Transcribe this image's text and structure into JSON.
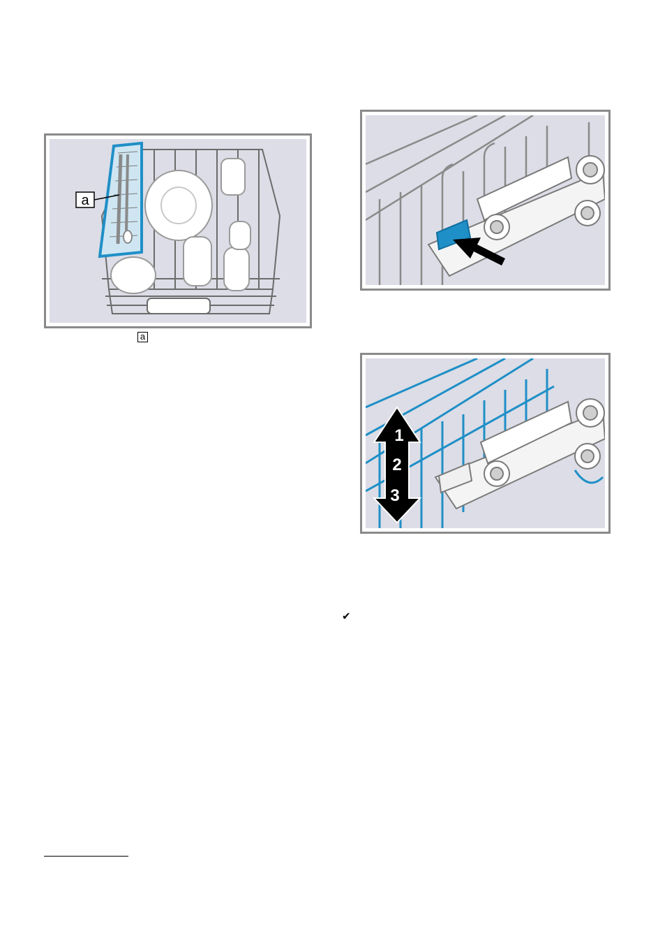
{
  "figures": {
    "basket": {
      "callout": "a",
      "colors": {
        "panel": "#dcdde6",
        "accent": "#1f8fc7",
        "wire": "#6b6b6b"
      }
    },
    "lever": {
      "colors": {
        "panel": "#dcdde6",
        "accent": "#1f8fc7",
        "arrow": "#000000"
      }
    },
    "height": {
      "levels": [
        "1",
        "2",
        "3"
      ],
      "colors": {
        "panel": "#dcdde6",
        "rack": "#1f8fc7",
        "arrow": "#000000"
      }
    }
  },
  "inline_callout": "a",
  "check_icon": "checkmark-icon",
  "check_glyph": "✔"
}
